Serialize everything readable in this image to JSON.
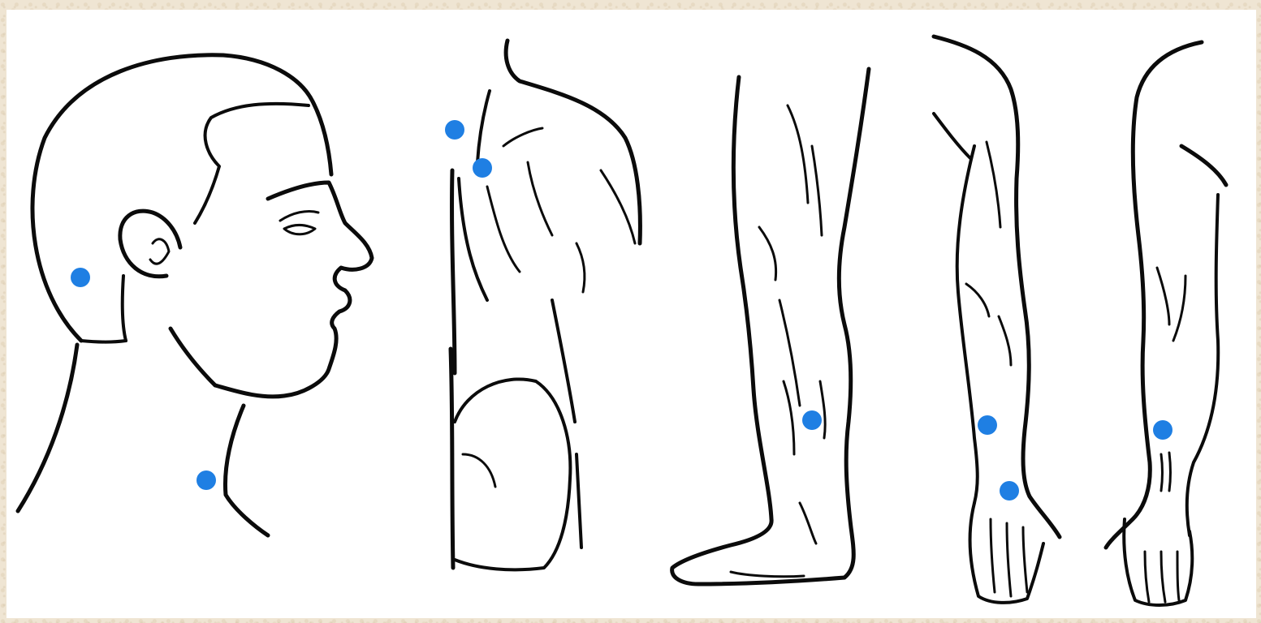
{
  "figures": [
    {
      "id": "head-neck",
      "points": [
        "mastoid-behind-ear",
        "side-of-neck"
      ]
    },
    {
      "id": "shoulder-back",
      "points": [
        "shoulder-top",
        "scapula-upper"
      ]
    },
    {
      "id": "leg-side",
      "points": [
        "lower-leg-calf"
      ]
    },
    {
      "id": "arm-back",
      "points": [
        "forearm-outer",
        "wrist-back"
      ]
    },
    {
      "id": "arm-front",
      "points": [
        "forearm-inner"
      ]
    }
  ],
  "colors": {
    "background": "#efe5d3",
    "panel": "#ffffff",
    "ink": "#0b0b0b",
    "point": "#1f7fe3"
  }
}
